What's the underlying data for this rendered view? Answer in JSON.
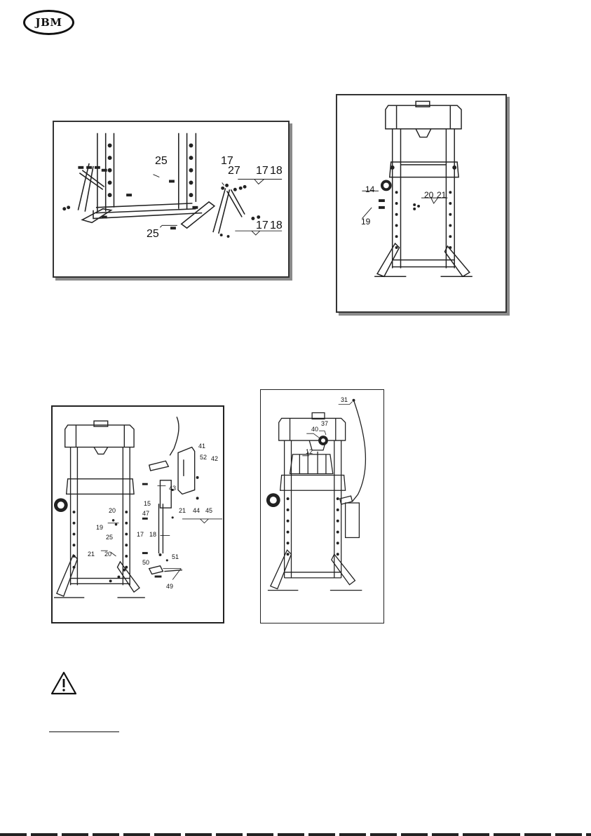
{
  "header": {
    "logo_text": "JBM"
  },
  "figures": {
    "fig1": {
      "callouts": [
        "25",
        "17",
        "27",
        "17",
        "18",
        "25",
        "17",
        "18"
      ]
    },
    "fig2": {
      "callouts": [
        "14",
        "20",
        "21",
        "19"
      ]
    },
    "fig3": {
      "callouts": [
        "41",
        "52",
        "42",
        "43",
        "20",
        "15",
        "47",
        "21",
        "44",
        "45",
        "19",
        "25",
        "17",
        "18",
        "21",
        "20",
        "50",
        "51",
        "49"
      ]
    },
    "fig4": {
      "callouts": [
        "31",
        "40",
        "37",
        "12"
      ]
    }
  },
  "icons": {
    "warning": "warning-triangle-icon"
  }
}
